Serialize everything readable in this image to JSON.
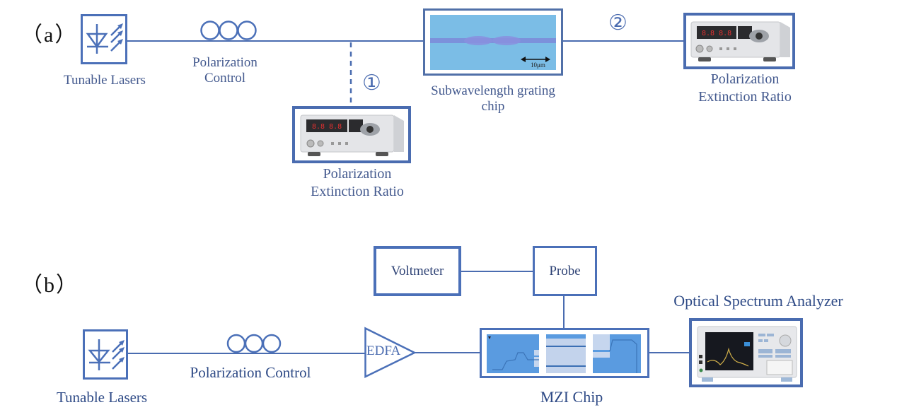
{
  "colors": {
    "line": "#4a6cb0",
    "label_text": "#43598e",
    "chip_blue": "#7bbde6",
    "panel_label": "#111111"
  },
  "panel_a": {
    "label": "（a）",
    "laser": {
      "label": "Tunable Lasers",
      "icon": "laser-diode-icon"
    },
    "polarization_control": {
      "line1": "Polarization",
      "line2": "Control",
      "icon": "fiber-loop-icon"
    },
    "tap_marker": "①",
    "output_marker": "②",
    "chip": {
      "line1": "Subwavelength grating",
      "line2": "chip",
      "scale_bar": "10μm"
    },
    "per_meter_1": {
      "line1": "Polarization",
      "line2": "Extinction Ratio"
    },
    "per_meter_2": {
      "line1": "Polarization",
      "line2": "Extinction Ratio"
    }
  },
  "panel_b": {
    "label": "（b）",
    "laser": {
      "label": "Tunable Lasers",
      "icon": "laser-diode-icon"
    },
    "polarization_control": {
      "label": "Polarization Control",
      "icon": "fiber-loop-icon"
    },
    "amplifier": {
      "label": "EDFA"
    },
    "voltmeter": {
      "label": "Voltmeter"
    },
    "probe": {
      "label": "Probe"
    },
    "chip": {
      "label": "MZI Chip"
    },
    "osa": {
      "label": "Optical Spectrum Analyzer"
    }
  }
}
